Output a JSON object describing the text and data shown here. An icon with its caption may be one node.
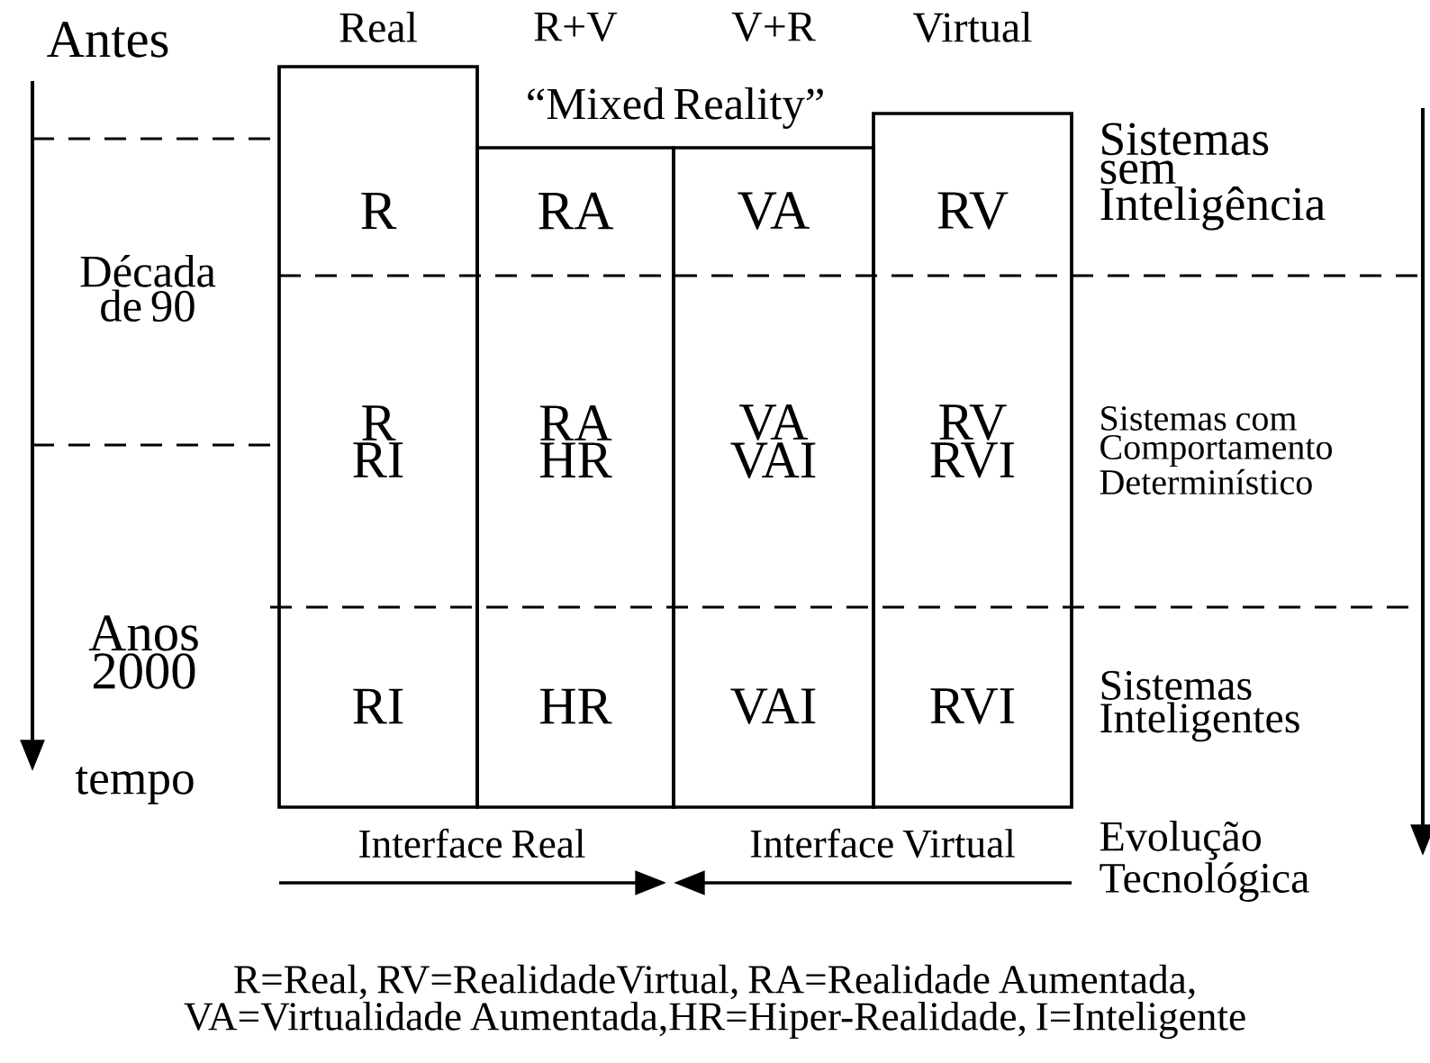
{
  "diagram": {
    "caption": "R=Real, RV=RealidadeVirtual, RA=Realidade Aumentada, VA=Virtualidade Aumentada,HR=Hiper-Realidade, I=Inteligente",
    "nodes": [
      {
        "text": [
          "Real",
          "R",
          "R RI",
          "RI"
        ]
      },
      {
        "text": [
          "R+V",
          "RA",
          "RA HR",
          "HR"
        ]
      },
      {
        "text": [
          "V+R",
          "VA",
          "VA VAI",
          "VAI"
        ]
      },
      {
        "text": [
          "Virtual",
          "RV",
          "RV RVI",
          "RVI"
        ]
      }
    ],
    "labels": [
      "Antes",
      "“Mixed Reality”",
      "Sistemas sem Inteligência",
      "Década de 90",
      "Sistemas com Comportamento Determinístico",
      "Anos 2000",
      "Sistemas Inteligentes",
      "tempo",
      "Interface Real",
      "Interface Virtual",
      "Evolução Tecnológica"
    ]
  }
}
